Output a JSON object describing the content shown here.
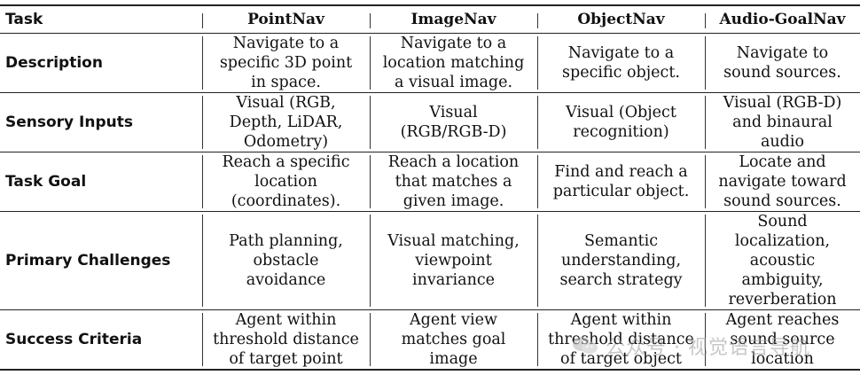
{
  "table": {
    "headers": [
      "Task",
      "PointNav",
      "ImageNav",
      "ObjectNav",
      "Audio-GoalNav"
    ],
    "rows": [
      {
        "label": "Description",
        "cells": [
          [
            "Navigate to a",
            "specific 3D point",
            "in space."
          ],
          [
            "Navigate to a",
            "location matching",
            "a visual image."
          ],
          [
            "Navigate to a",
            "specific object."
          ],
          [
            "Navigate to",
            "sound sources."
          ]
        ]
      },
      {
        "label": "Sensory Inputs",
        "cells": [
          [
            "Visual (RGB,",
            "Depth, LiDAR,",
            "Odometry)"
          ],
          [
            "Visual",
            "(RGB/RGB-D)"
          ],
          [
            "Visual (Object",
            "recognition)"
          ],
          [
            "Visual (RGB-D)",
            "and binaural",
            "audio"
          ]
        ]
      },
      {
        "label": "Task Goal",
        "cells": [
          [
            "Reach a specific",
            "location",
            "(coordinates)."
          ],
          [
            "Reach a location",
            "that matches a",
            "given image."
          ],
          [
            "Find and reach a",
            "particular object."
          ],
          [
            "Locate and",
            "navigate toward",
            "sound sources."
          ]
        ]
      },
      {
        "label": "Primary Challenges",
        "cells": [
          [
            "Path planning,",
            "obstacle",
            "avoidance"
          ],
          [
            "Visual matching,",
            "viewpoint",
            "invariance"
          ],
          [
            "Semantic",
            "understanding,",
            "search strategy"
          ],
          [
            "Sound",
            "localization,",
            "acoustic",
            "ambiguity,",
            "reverberation"
          ]
        ]
      },
      {
        "label": "Success Criteria",
        "cells": [
          [
            "Agent within",
            "threshold distance",
            "of target point"
          ],
          [
            "Agent view",
            "matches goal",
            "image"
          ],
          [
            "Agent within",
            "threshold distance",
            "of target object"
          ],
          [
            "Agent reaches",
            "sound source",
            "location"
          ]
        ]
      }
    ]
  },
  "watermark": {
    "text": "公众号 · 视觉语言导航",
    "icon": "wechat-logo-icon"
  }
}
